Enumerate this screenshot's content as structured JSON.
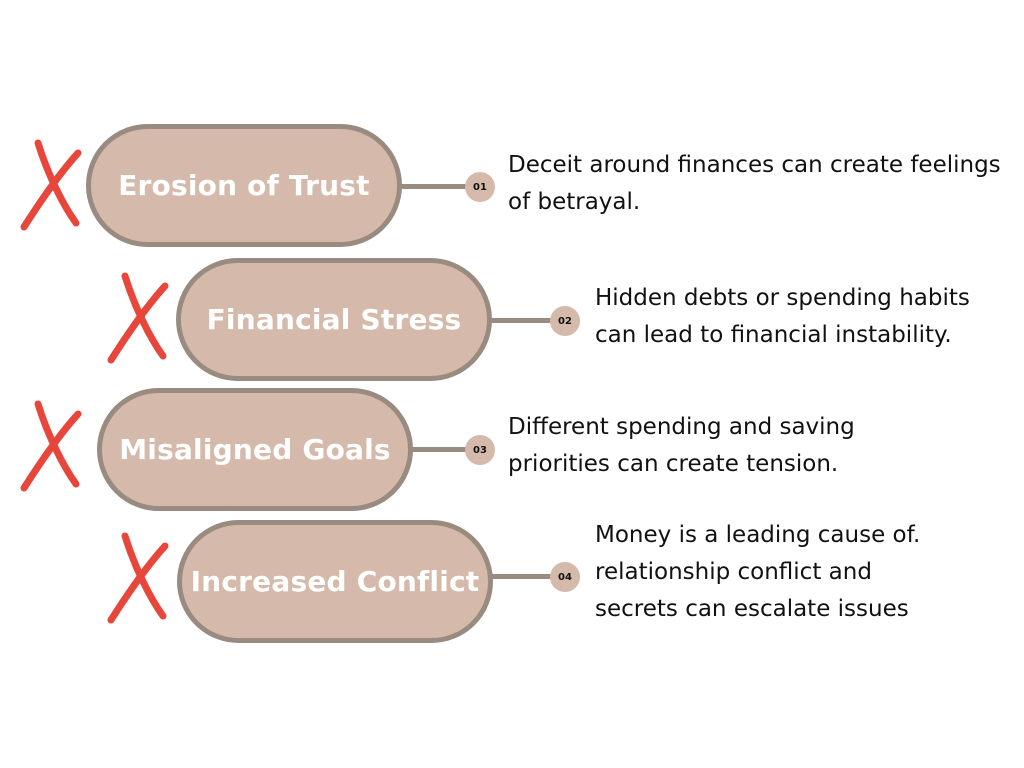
{
  "colors": {
    "pill_fill": "#d5baab",
    "pill_border": "#9a8b80",
    "x_mark": "#e8463a",
    "label_text": "#ffffff",
    "body_text": "#111111"
  },
  "items": [
    {
      "number": "01",
      "title": "Erosion of Trust",
      "icon": "x-mark-icon",
      "description_lines": [
        "Deceit around finances can create feelings",
        "of betrayal."
      ]
    },
    {
      "number": "02",
      "title": "Financial Stress",
      "icon": "x-mark-icon",
      "description_lines": [
        "Hidden debts or spending habits",
        "can lead to financial instability."
      ]
    },
    {
      "number": "03",
      "title": "Misaligned Goals",
      "icon": "x-mark-icon",
      "description_lines": [
        "Different spending and saving",
        "priorities can create tension."
      ]
    },
    {
      "number": "04",
      "title": "Increased Conflict",
      "icon": "x-mark-icon",
      "description_lines": [
        "Money is a leading cause of.",
        "relationship conflict and",
        "secrets can escalate issues"
      ]
    }
  ]
}
